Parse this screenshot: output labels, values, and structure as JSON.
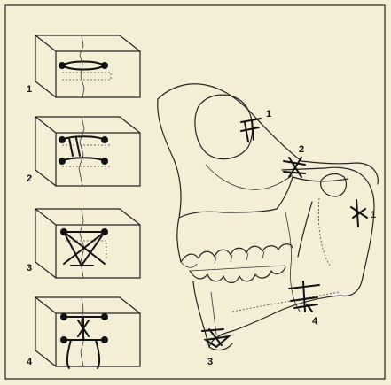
{
  "diagram": {
    "background": "#f4eed6",
    "ink": "#222222",
    "block_labels": [
      "1",
      "2",
      "3",
      "4"
    ],
    "skull_labels": [
      "1",
      "2",
      "1",
      "4",
      "3"
    ]
  }
}
